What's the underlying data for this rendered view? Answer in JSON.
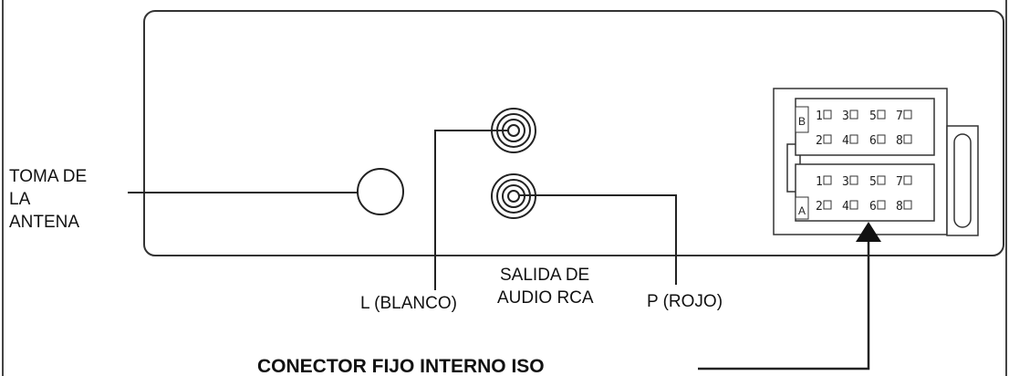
{
  "labels": {
    "antenna_line1": "TOMA DE",
    "antenna_line2": "LA",
    "antenna_line3": "ANTENA",
    "left_channel": "L (BLANCO)",
    "rca_line1": "SALIDA DE",
    "rca_line2": "AUDIO RCA",
    "right_channel": "P (ROJO)",
    "iso_connector": "CONECTOR FIJO INTERNO ISO"
  },
  "iso_block_b": {
    "letter": "B",
    "top_row": [
      "1",
      "3",
      "5",
      "7"
    ],
    "bottom_row": [
      "2",
      "4",
      "6",
      "8"
    ]
  },
  "iso_block_a": {
    "letter": "A",
    "top_row": [
      "1",
      "3",
      "5",
      "7"
    ],
    "bottom_row": [
      "2",
      "4",
      "6",
      "8"
    ]
  }
}
